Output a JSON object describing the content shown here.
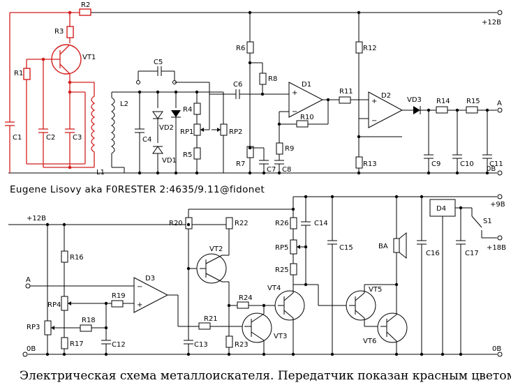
{
  "colors": {
    "wire": "#000000",
    "transmitter": "#d21e1e",
    "background": "#ffffff"
  },
  "signature": "Eugene Lisovy  aka  F0RESTER 2:4635/9.11@fidonet",
  "caption": "Электрическая схема металлоискателя. Передатчик показан красным цветом.",
  "rails": {
    "top_plus12": "+12В",
    "top_zero": "0В",
    "bot_plus12": "+12В",
    "bot_plus9": "+9В",
    "bot_plus18": "+18В",
    "bot_zero_left": "0В",
    "bot_zero_right": "0В"
  },
  "signals": {
    "a_out": "A",
    "a_in": "A"
  },
  "components": {
    "R1": "R1",
    "R2": "R2",
    "R3": "R3",
    "R4": "R4",
    "R5": "R5",
    "R6": "R6",
    "R7": "R7",
    "R8": "R8",
    "R9": "R9",
    "R10": "R10",
    "R11": "R11",
    "R12": "R12",
    "R13": "R13",
    "R14": "R14",
    "R15": "R15",
    "R16": "R16",
    "R17": "R17",
    "R18": "R18",
    "R19": "R19",
    "R20": "R20",
    "R21": "R21",
    "R22": "R22",
    "R23": "R23",
    "R24": "R24",
    "R25": "R25",
    "R26": "R26",
    "RP1": "RP1",
    "RP2": "RP2",
    "RP3": "RP3",
    "RP4": "RP4",
    "RP5": "RP5",
    "C1": "C1",
    "C2": "C2",
    "C3": "C3",
    "C4": "C4",
    "C5": "C5",
    "C6": "C6",
    "C7": "C7",
    "C8": "C8",
    "C9": "C9",
    "C10": "C10",
    "C11": "C11",
    "C12": "C12",
    "C13": "C13",
    "C14": "C14",
    "C15": "C15",
    "C16": "C16",
    "C17": "C17",
    "L1": "L1",
    "L2": "L2",
    "VT1": "VT1",
    "VT2": "VT2",
    "VT3": "VT3",
    "VT4": "VT4",
    "VT5": "VT5",
    "VT6": "VT6",
    "VD1": "VD1",
    "VD2": "VD2",
    "VD3": "VD3",
    "D1": "D1",
    "D2": "D2",
    "D3": "D3",
    "D4": "D4",
    "S1": "S1",
    "BA": "BA"
  }
}
